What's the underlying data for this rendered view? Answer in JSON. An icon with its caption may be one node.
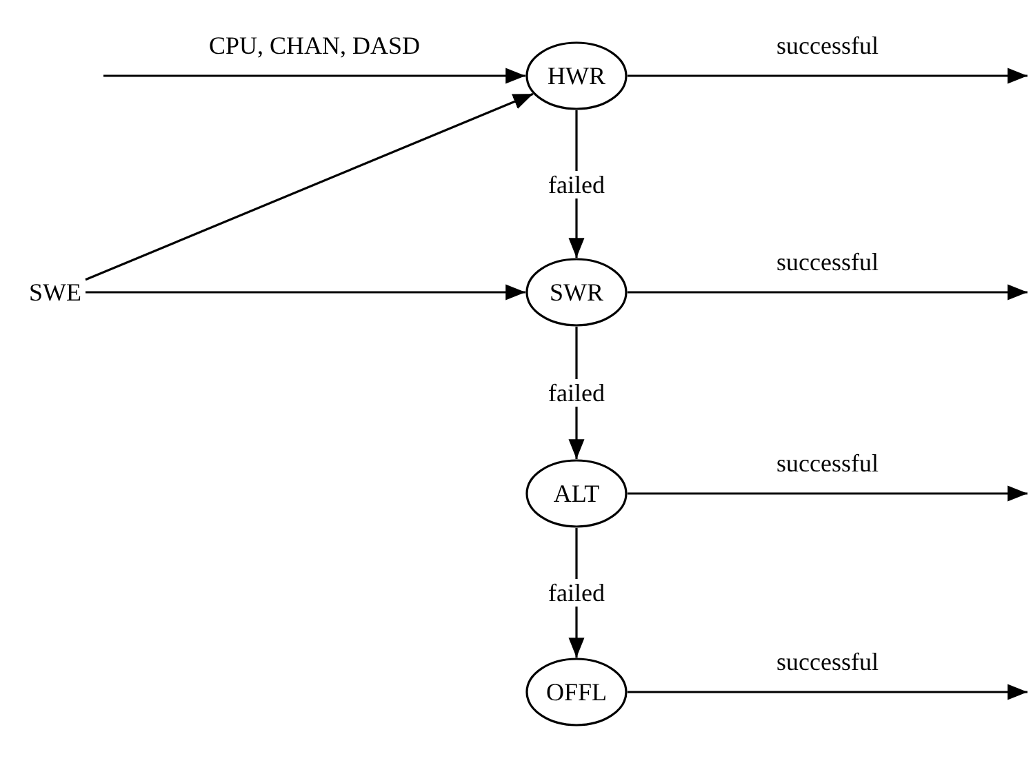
{
  "diagram": {
    "nodes": [
      {
        "text": [
          "HWR"
        ]
      },
      {
        "text": [
          "SWE"
        ]
      },
      {
        "text": [
          "SWR"
        ]
      },
      {
        "text": [
          "ALT"
        ]
      },
      {
        "text": [
          "OFFL"
        ]
      }
    ],
    "edges": [
      {
        "from": null,
        "to": 0,
        "arrow": "to",
        "label": "CPU, CHAN, DASD"
      },
      {
        "from": 1,
        "to": 0,
        "arrow": "to"
      },
      {
        "from": 1,
        "to": 2,
        "arrow": "to"
      },
      {
        "from": 0,
        "to": 2,
        "arrow": "to",
        "label": "failed"
      },
      {
        "from": 0,
        "to": null,
        "arrow": "to",
        "label": "successful"
      },
      {
        "from": 2,
        "to": 3,
        "arrow": "to",
        "label": "failed"
      },
      {
        "from": 2,
        "to": null,
        "arrow": "to",
        "label": "successful"
      },
      {
        "from": 3,
        "to": 4,
        "arrow": "to",
        "label": "failed"
      },
      {
        "from": 3,
        "to": null,
        "arrow": "to",
        "label": "successful"
      },
      {
        "from": 4,
        "to": null,
        "arrow": "to",
        "label": "successful"
      }
    ]
  }
}
